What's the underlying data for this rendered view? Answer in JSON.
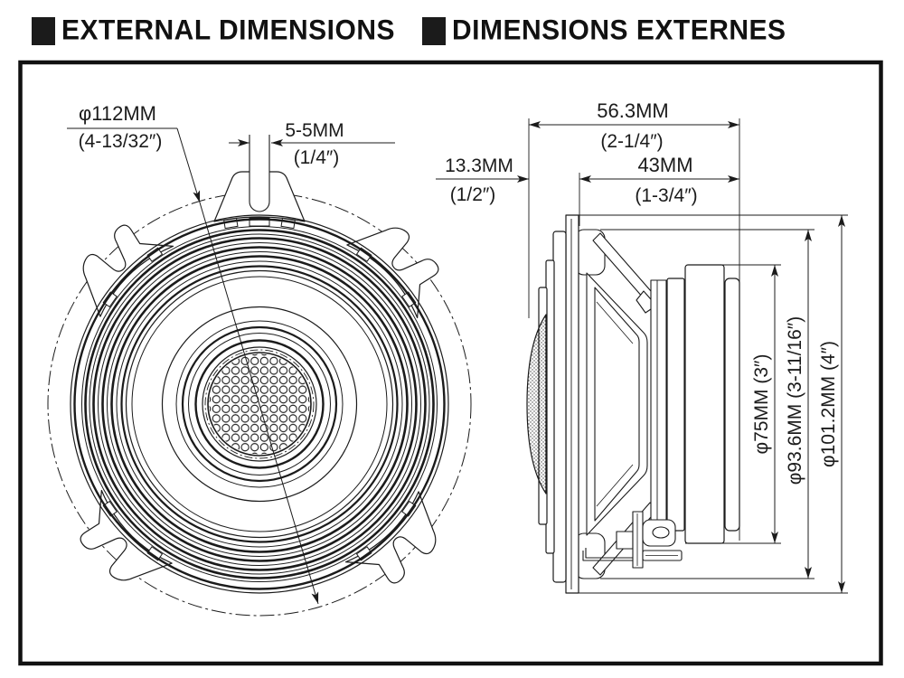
{
  "header": {
    "title_en": "EXTERNAL DIMENSIONS",
    "title_fr": "DIMENSIONS EXTERNES"
  },
  "front_view": {
    "bolt_circle_mm": "φ112MM",
    "bolt_circle_in": "(4-13/32″)",
    "slot_mm": "5-5MM",
    "slot_in": "(1/4″)"
  },
  "side_view": {
    "total_depth_mm": "56.3MM",
    "total_depth_in": "(2-1/4″)",
    "protrusion_mm": "13.3MM",
    "protrusion_in": "(1/2″)",
    "mounting_depth_mm": "43MM",
    "mounting_depth_in": "(1-3/4″)",
    "magnet_dia": "φ75MM (3″)",
    "frame_dia": "φ93.6MM (3-11/16″)",
    "overall_dia": "φ101.2MM (4″)"
  },
  "colors": {
    "line": "#1b1b1b",
    "background": "#ffffff"
  }
}
